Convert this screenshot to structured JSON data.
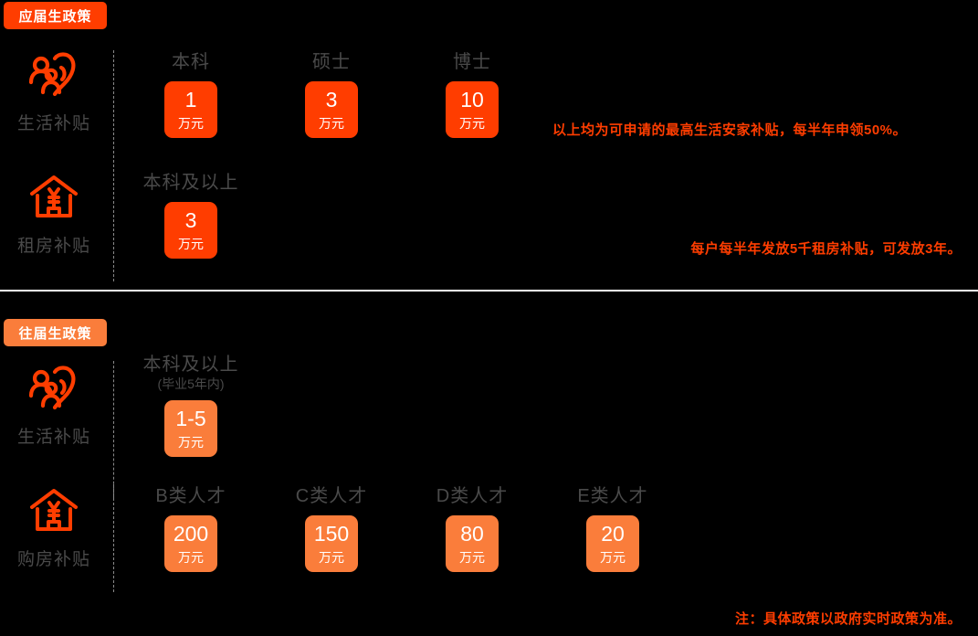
{
  "theme": {
    "background": "#000000",
    "accent_hot": "#FF3D00",
    "accent_warm": "#FA7D3B",
    "label_gray": "#4a4a4a",
    "divider_white": "#ffffff"
  },
  "sections": [
    {
      "badge": "应届生政策",
      "rows": [
        {
          "icon": "people-heart-icon",
          "label": "生活补贴",
          "cards": [
            {
              "title": "本科",
              "sub": "",
              "amount": "1",
              "unit": "万元",
              "tone": "hot"
            },
            {
              "title": "硕士",
              "sub": "",
              "amount": "3",
              "unit": "万元",
              "tone": "hot"
            },
            {
              "title": "博士",
              "sub": "",
              "amount": "10",
              "unit": "万元",
              "tone": "hot"
            }
          ],
          "note": "以上均为可申请的最高生活安家补贴，每半年申领50%。"
        },
        {
          "icon": "house-yuan-icon",
          "label": "租房补贴",
          "cards": [
            {
              "title": "本科及以上",
              "sub": "",
              "amount": "3",
              "unit": "万元",
              "tone": "hot"
            }
          ],
          "note": "每户每半年发放5千租房补贴，可发放3年。"
        }
      ]
    },
    {
      "badge": "往届生政策",
      "rows": [
        {
          "icon": "people-heart-icon",
          "label": "生活补贴",
          "cards": [
            {
              "title": "本科及以上",
              "sub": "(毕业5年内)",
              "amount": "1-5",
              "unit": "万元",
              "tone": "warm"
            }
          ],
          "note": ""
        },
        {
          "icon": "house-yuan-icon",
          "label": "购房补贴",
          "cards": [
            {
              "title": "B类人才",
              "sub": "",
              "amount": "200",
              "unit": "万元",
              "tone": "warm"
            },
            {
              "title": "C类人才",
              "sub": "",
              "amount": "150",
              "unit": "万元",
              "tone": "warm"
            },
            {
              "title": "D类人才",
              "sub": "",
              "amount": "80",
              "unit": "万元",
              "tone": "warm"
            },
            {
              "title": "E类人才",
              "sub": "",
              "amount": "20",
              "unit": "万元",
              "tone": "warm"
            }
          ],
          "note": ""
        }
      ]
    }
  ],
  "footer_note": "注：具体政策以政府实时政策为准。"
}
